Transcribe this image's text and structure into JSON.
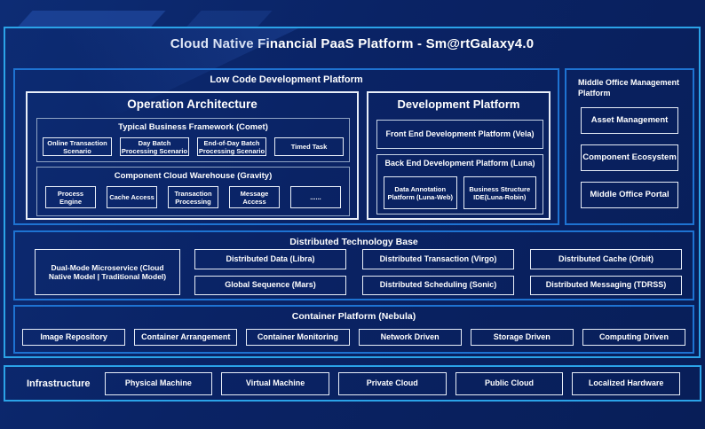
{
  "title": "Cloud Native Financial PaaS Platform - Sm@rtGalaxy4.0",
  "low_code": {
    "label": "Low Code Development Platform",
    "op_arch": {
      "label": "Operation Architecture",
      "tbf": {
        "label": "Typical Business Framework (Comet)",
        "items": [
          "Online Transaction Scenario",
          "Day Batch Processing Scenario",
          "End-of-Day Batch Processing Scenario",
          "Timed Task"
        ]
      },
      "ccw": {
        "label": "Component Cloud Warehouse (Gravity)",
        "items": [
          "Process Engine",
          "Cache Access",
          "Transaction Processing",
          "Message Access",
          "......"
        ]
      }
    },
    "dev": {
      "label": "Development Platform",
      "front_end": "Front End Development Platform (Vela)",
      "back_end": {
        "label": "Back End Development Platform (Luna)",
        "items": [
          "Data Annotation Platform (Luna-Web)",
          "Business Structure IDE(Luna-Robin)"
        ]
      }
    }
  },
  "middle_office": {
    "label": "Middle Office Management Platform",
    "items": [
      "Asset Management",
      "Component Ecosystem",
      "Middle Office Portal"
    ]
  },
  "dtb": {
    "label": "Distributed Technology Base",
    "dual_mode": "Dual-Mode Microservice (Cloud Native Model | Traditional Model)",
    "row1": [
      "Distributed Data (Libra)",
      "Distributed Transaction (Virgo)",
      "Distributed Cache (Orbit)"
    ],
    "row2": [
      "Global Sequence (Mars)",
      "Distributed Scheduling (Sonic)",
      "Distributed Messaging (TDRSS)"
    ]
  },
  "container_platform": {
    "label": "Container Platform (Nebula)",
    "items": [
      "Image Repository",
      "Container Arrangement",
      "Container Monitoring",
      "Network Driven",
      "Storage Driven",
      "Computing Driven"
    ]
  },
  "infrastructure": {
    "label": "Infrastructure",
    "items": [
      "Physical Machine",
      "Virtual Machine",
      "Private Cloud",
      "Public Cloud",
      "Localized Hardware"
    ]
  },
  "colors": {
    "accent_cyan": "#2BA3E8",
    "section_blue": "#1E73D2",
    "background_navy": "#0A2365",
    "text": "#FFFFFF"
  }
}
